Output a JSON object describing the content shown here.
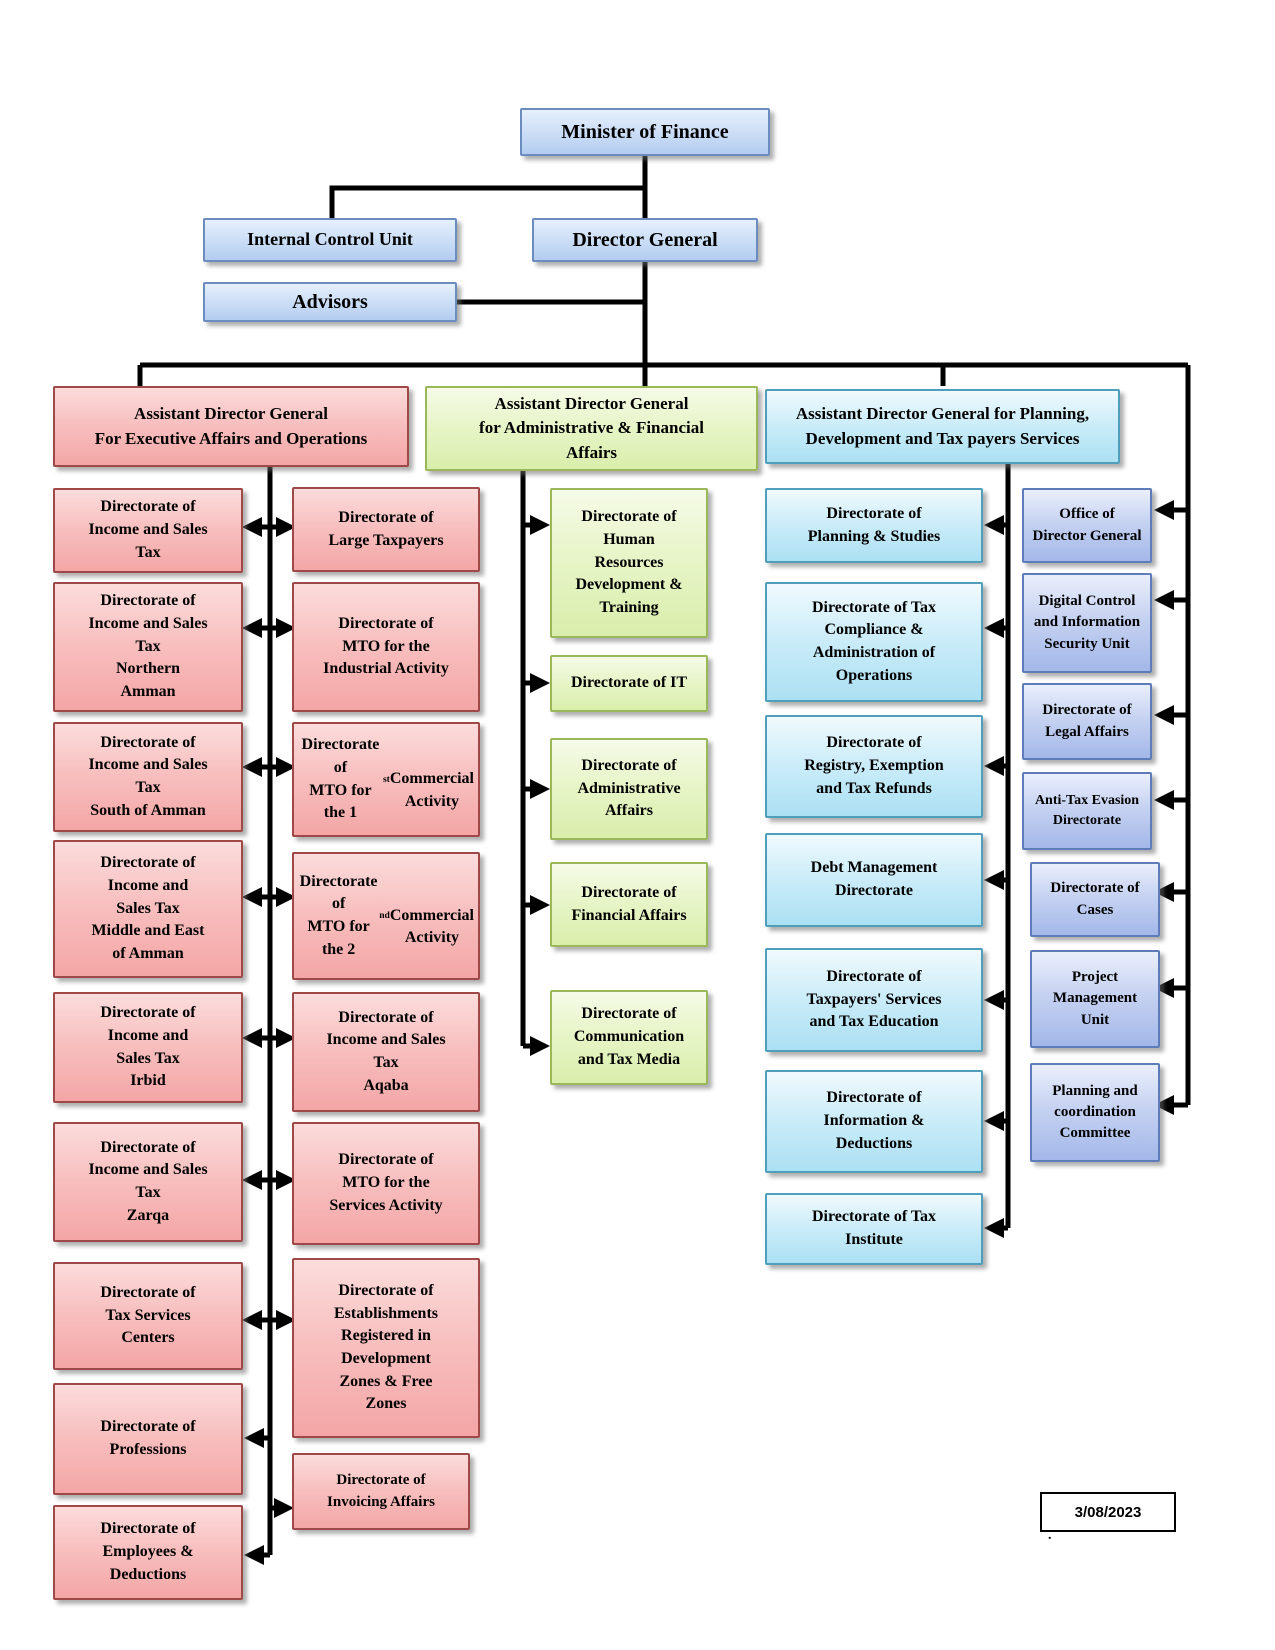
{
  "page": {
    "date": "3/08/2023",
    "date_dot": "."
  },
  "top": {
    "minister": "Minister of Finance",
    "internal_control": "Internal Control Unit",
    "director_general": "Director General",
    "advisors": "Advisors"
  },
  "branch_headers": {
    "executive": "Assistant Director General\nFor Executive Affairs and Operations",
    "admin_financial": "Assistant Director General\nfor Administrative & Financial\nAffairs",
    "planning": "Assistant Director General for Planning,\nDevelopment and Tax payers Services"
  },
  "executive_left": [
    "Directorate of\nIncome and Sales\nTax",
    "Directorate of\nIncome and Sales\nTax\nNorthern\nAmman",
    "Directorate of\nIncome and Sales\nTax\nSouth of Amman",
    "Directorate of\nIncome and\nSales Tax\nMiddle and East\nof Amman",
    "Directorate of\nIncome and\nSales Tax\nIrbid",
    "Directorate of\nIncome and Sales\nTax\nZarqa",
    "Directorate of\nTax Services\nCenters",
    "Directorate of\nProfessions",
    "Directorate of\nEmployees &\nDeductions"
  ],
  "executive_right": [
    "Directorate of\nLarge Taxpayers",
    "Directorate of\nMTO for the\nIndustrial Activity",
    "Directorate of\nMTO for the 1st\nCommercial\nActivity",
    "Directorate of\nMTO for the 2nd\nCommercial\nActivity",
    "Directorate of\nIncome and Sales\nTax\nAqaba",
    "Directorate of\nMTO for the\nServices Activity",
    "Directorate of\nEstablishments\nRegistered in\nDevelopment\nZones & Free\nZones",
    "Directorate of\nInvoicing Affairs"
  ],
  "admin_units": [
    "Directorate of\nHuman\nResources\nDevelopment &\nTraining",
    "Directorate of IT",
    "Directorate of\nAdministrative\nAffairs",
    "Directorate of\nFinancial Affairs",
    "Directorate of\nCommunication\nand Tax Media"
  ],
  "planning_units": [
    "Directorate of\nPlanning & Studies",
    "Directorate of Tax\nCompliance &\nAdministration of\nOperations",
    "Directorate of\nRegistry, Exemption\nand Tax Refunds",
    "Debt Management\nDirectorate",
    "Directorate of\nTaxpayers' Services\nand Tax Education",
    "Directorate of\nInformation &\nDeductions",
    "Directorate of Tax\nInstitute"
  ],
  "dg_units": [
    "Office of\nDirector General",
    "Digital Control\nand Information\nSecurity Unit",
    "Directorate of\nLegal Affairs",
    "Anti-Tax Evasion\nDirectorate",
    "Directorate of\nCases",
    "Project\nManagement\nUnit",
    "Planning and\ncoordination\nCommittee"
  ],
  "colors": {
    "top_blue_border": "#6b8cbf",
    "dg_units_border": "#5f7cba",
    "executive_border": "#9e4848",
    "admin_border": "#9ab859",
    "planning_border": "#4f9fbc",
    "line": "#000000"
  }
}
